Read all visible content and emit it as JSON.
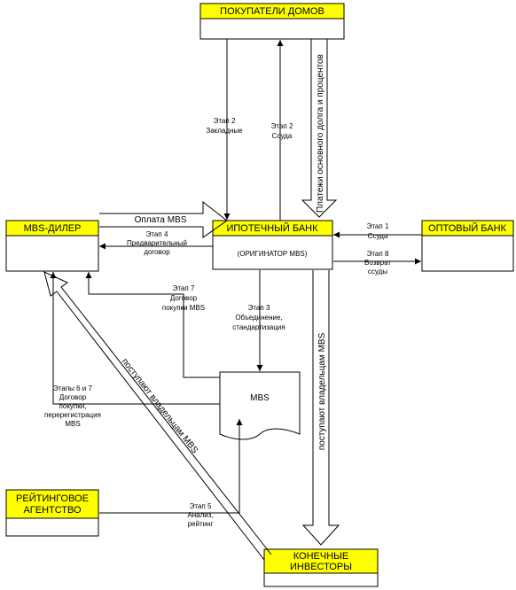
{
  "boxes": {
    "homebuyers": "ПОКУПАТЕЛИ ДОМОВ",
    "mbs_dealer": "MBS-ДИЛЕР",
    "mortgage_bank": "ИПОТЕЧНЫЙ БАНК",
    "mortgage_bank_sub": "(ОРИГИНАТОР MBS)",
    "wholesale_bank": "ОПТОВЫЙ БАНК",
    "mbs": "MBS",
    "rating_agency_line1": "РЕЙТИНГОВОЕ",
    "rating_agency_line2": "АГЕНТСТВО",
    "investors_line1": "КОНЕЧНЫЕ",
    "investors_line2": "ИНВЕСТОРЫ"
  },
  "labels": {
    "step2a_l1": "Этап 2",
    "step2a_l2": "Закладные",
    "step2b_l1": "Этап 2",
    "step2b_l2": "Ссуда",
    "payments": "Платежи основного долга и процентов",
    "mbs_payment": "Оплата MBS",
    "step4_l1": "Этап 4",
    "step4_l2": "Предварительный",
    "step4_l3": "договор",
    "step1_l1": "Этап 1",
    "step1_l2": "Ссуда",
    "step8_l1": "Этап 8",
    "step8_l2": "Возврат",
    "step8_l3": "ссуды",
    "step7_l1": "Этап  7",
    "step7_l2": "Договор",
    "step7_l3": "покупки MBS",
    "step3_l1": "Этап 3",
    "step3_l2": "Объединение,",
    "step3_l3": "стандартизация",
    "step67_l1": "Этапы  6 и 7",
    "step67_l2": "Договор",
    "step67_l3": "покупки,",
    "step67_l4": "перерегистрация",
    "step67_l5": "MBS",
    "owners_diag": "поступают владельцам MBS",
    "owners_vert": "поступают владельцам MBS",
    "step5_l1": "Этап 5",
    "step5_l2": "Анализ,",
    "step5_l3": "рейтинг"
  }
}
